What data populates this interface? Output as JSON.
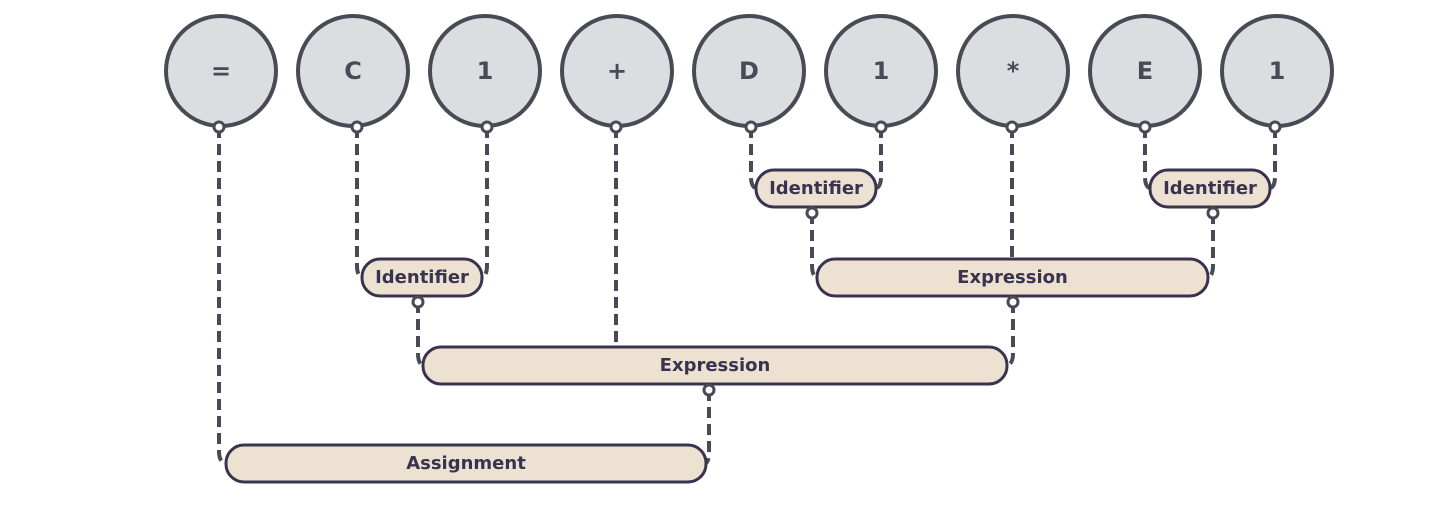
{
  "tokens": [
    {
      "id": "t-eq",
      "label": "="
    },
    {
      "id": "t-c",
      "label": "C"
    },
    {
      "id": "t-1a",
      "label": "1"
    },
    {
      "id": "t-plus",
      "label": "+"
    },
    {
      "id": "t-d",
      "label": "D"
    },
    {
      "id": "t-1b",
      "label": "1"
    },
    {
      "id": "t-star",
      "label": "*"
    },
    {
      "id": "t-e",
      "label": "E"
    },
    {
      "id": "t-1c",
      "label": "1"
    }
  ],
  "nodes": [
    {
      "id": "n-ident-c1",
      "label": "Identifier"
    },
    {
      "id": "n-ident-d1",
      "label": "Identifier"
    },
    {
      "id": "n-ident-e1",
      "label": "Identifier"
    },
    {
      "id": "n-expr-mul",
      "label": "Expression"
    },
    {
      "id": "n-expr-add",
      "label": "Expression"
    },
    {
      "id": "n-assign",
      "label": "Assignment"
    }
  ],
  "edges": [
    {
      "from": "t-c",
      "to": "n-ident-c1"
    },
    {
      "from": "t-1a",
      "to": "n-ident-c1"
    },
    {
      "from": "t-d",
      "to": "n-ident-d1"
    },
    {
      "from": "t-1b",
      "to": "n-ident-d1"
    },
    {
      "from": "t-e",
      "to": "n-ident-e1"
    },
    {
      "from": "t-1c",
      "to": "n-ident-e1"
    },
    {
      "from": "n-ident-d1",
      "to": "n-expr-mul"
    },
    {
      "from": "t-star",
      "to": "n-expr-mul"
    },
    {
      "from": "n-ident-e1",
      "to": "n-expr-mul"
    },
    {
      "from": "n-ident-c1",
      "to": "n-expr-add"
    },
    {
      "from": "t-plus",
      "to": "n-expr-add"
    },
    {
      "from": "n-expr-mul",
      "to": "n-expr-add"
    },
    {
      "from": "t-eq",
      "to": "n-assign"
    },
    {
      "from": "n-expr-add",
      "to": "n-assign"
    }
  ]
}
